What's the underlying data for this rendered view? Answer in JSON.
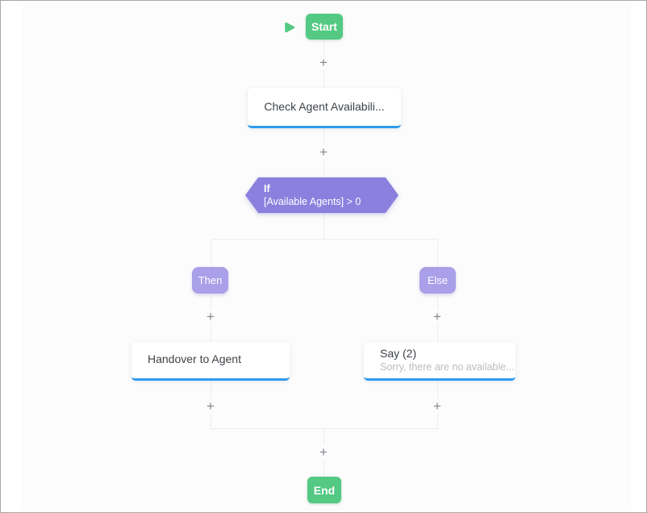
{
  "colors": {
    "node_green": "#53c983",
    "condition_purple": "#8b80de",
    "branch_label_purple": "#aa9fe9",
    "card_accent_blue": "#2f9bef",
    "connector_gray": "#ececf0",
    "plus_gray": "#82868e",
    "card_title_text": "#3d4248",
    "card_subtitle_text": "#b9bcc1"
  },
  "flow": {
    "plus_symbol": "+",
    "start": {
      "label": "Start"
    },
    "check_card": {
      "title": "Check Agent Availabili..."
    },
    "if_node": {
      "keyword": "If",
      "condition": "[Available Agents] > 0"
    },
    "branches": {
      "then_label": "Then",
      "else_label": "Else"
    },
    "handover_card": {
      "title": "Handover to Agent"
    },
    "say_card": {
      "title": "Say (2)",
      "subtitle": "Sorry, there are no available..."
    },
    "end": {
      "label": "End"
    }
  }
}
